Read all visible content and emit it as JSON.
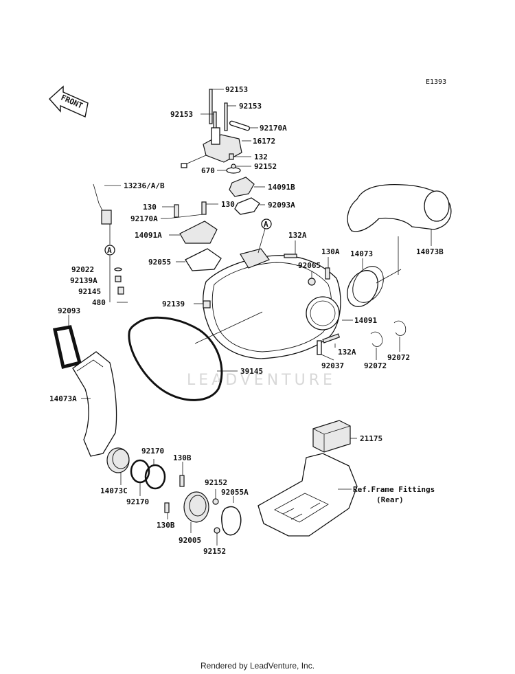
{
  "diagram_code": "E1393",
  "front_label": "FRONT",
  "watermark": "LEADVENTURE",
  "footer": "Rendered by LeadVenture, Inc.",
  "callout": "A",
  "labels": {
    "p92153_top": "92153",
    "p92153_left": "92153",
    "p92153_right": "92153",
    "p92170A_top": "92170A",
    "p16172": "16172",
    "p132": "132",
    "p670": "670",
    "p92152_top": "92152",
    "p13236": "13236/A/B",
    "p14091B": "14091B",
    "p130_left": "130",
    "p130_right": "130",
    "p92093A": "92093A",
    "p92170A_left": "92170A",
    "p14091A": "14091A",
    "p132A_top": "132A",
    "p92055": "92055",
    "p92065": "92065",
    "p130A": "130A",
    "p14073": "14073",
    "p14073B": "14073B",
    "p92022": "92022",
    "p92139A": "92139A",
    "p92145": "92145",
    "p480": "480",
    "p92139": "92139",
    "p14091": "14091",
    "p92093": "92093",
    "p132A_bottom": "132A",
    "p92037": "92037",
    "p92072_left": "92072",
    "p92072_right": "92072",
    "p39145": "39145",
    "p14073A": "14073A",
    "p21175": "21175",
    "p92170_top": "92170",
    "p130B_top": "130B",
    "p92152_mid": "92152",
    "p92055A": "92055A",
    "p14073C": "14073C",
    "p92170_bottom": "92170",
    "p130B_bottom": "130B",
    "p92005": "92005",
    "p92152_bottom": "92152",
    "ref_frame_line1": "Ref.Frame Fittings",
    "ref_frame_line2": "(Rear)"
  }
}
